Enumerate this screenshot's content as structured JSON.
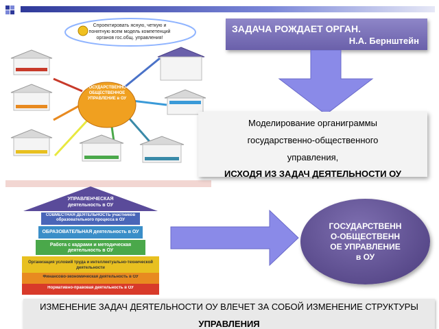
{
  "slide": {
    "quote_line1": "ЗАДАЧА РОЖДАЕТ ОРГАН.",
    "quote_line2": "Н.А. Бернштейн",
    "model_line1": "Моделирование органиграммы",
    "model_line2": "государственно-общественного",
    "model_line3": "управления,",
    "model_line4": "ИСХОДЯ ИЗ ЗАДАЧ ДЕЯТЕЛЬНОСТИ ОУ",
    "oval_text": "ГОСУДАРСТВЕННО-ОБЩЕСТВЕННОЕ УПРАВЛЕНИЕ в ОУ",
    "bottom_line1": "ИЗМЕНЕНИЕ ЗАДАЧ ДЕЯТЕЛЬНОСТИ ОУ ВЛЕЧЕТ ЗА СОБОЙ ИЗМЕНЕНИЕ СТРУКТУРЫ",
    "bottom_line2": "УПРАВЛЕНИЯ"
  },
  "mindmap": {
    "center_label": "ГОСУДАРСТВЕННО-ОБЩЕСТВЕННОЕ УПРАВЛЕНИЕ в ОУ",
    "note": "Спроектировать ясную, четкую и понятную всем модель компетенций органов гос.общ. управления!"
  },
  "pyramid": {
    "levels": [
      {
        "label": "УПРАВЛЕНЧЕСКАЯ деятельность в ОУ",
        "color": "#5a4b9a"
      },
      {
        "label": "СОВМЕСТНАЯ ДЕЯТЕЛЬНОСТЬ участников образовательного процесса в ОУ",
        "color": "#4a66b8"
      },
      {
        "label": "ОБРАЗОВАТЕЛЬНАЯ деятельность в ОУ",
        "color": "#3a8ec8"
      },
      {
        "label": "Работа с кадрами и методическая деятельность в ОУ",
        "color": "#4aa84a"
      },
      {
        "label": "Организация условий труда и интеллектуально-технической деятельности",
        "color": "#e8c020"
      },
      {
        "label": "Финансово-экономическая деятельность в ОУ",
        "color": "#e88a20"
      },
      {
        "label": "Нормативно-правовая деятельность в ОУ",
        "color": "#d83a2a"
      }
    ]
  },
  "colors": {
    "quote_bg": "#7a72bb",
    "arrow_fill": "#8a8ae8",
    "oval_bg": "#5e4f92"
  }
}
